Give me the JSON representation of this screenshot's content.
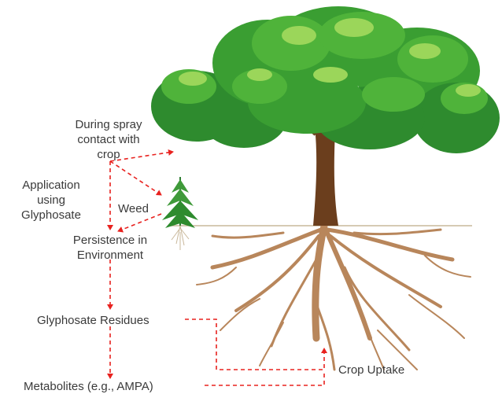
{
  "labels": {
    "during_spray": "During spray\ncontact with\ncrop",
    "application": "Application\nusing\nGlyphosate",
    "weed": "Weed",
    "persistence": "Persistence in\nEnvironment",
    "residues": "Glyphosate Residues",
    "metabolites": "Metabolites (e.g., AMPA)",
    "crop_uptake": "Crop Uptake"
  },
  "colors": {
    "arrow": "#e8221f",
    "text": "#3a3a3a",
    "trunk": "#6b3e1d",
    "root": "#b8865b",
    "leaf_dark": "#2e8b2e",
    "leaf_mid": "#4fb33a",
    "leaf_light": "#9bd65a",
    "ground": "#c9b89b"
  },
  "icons": {
    "tree": "tree-illustration",
    "weed": "weed-plant-icon"
  }
}
